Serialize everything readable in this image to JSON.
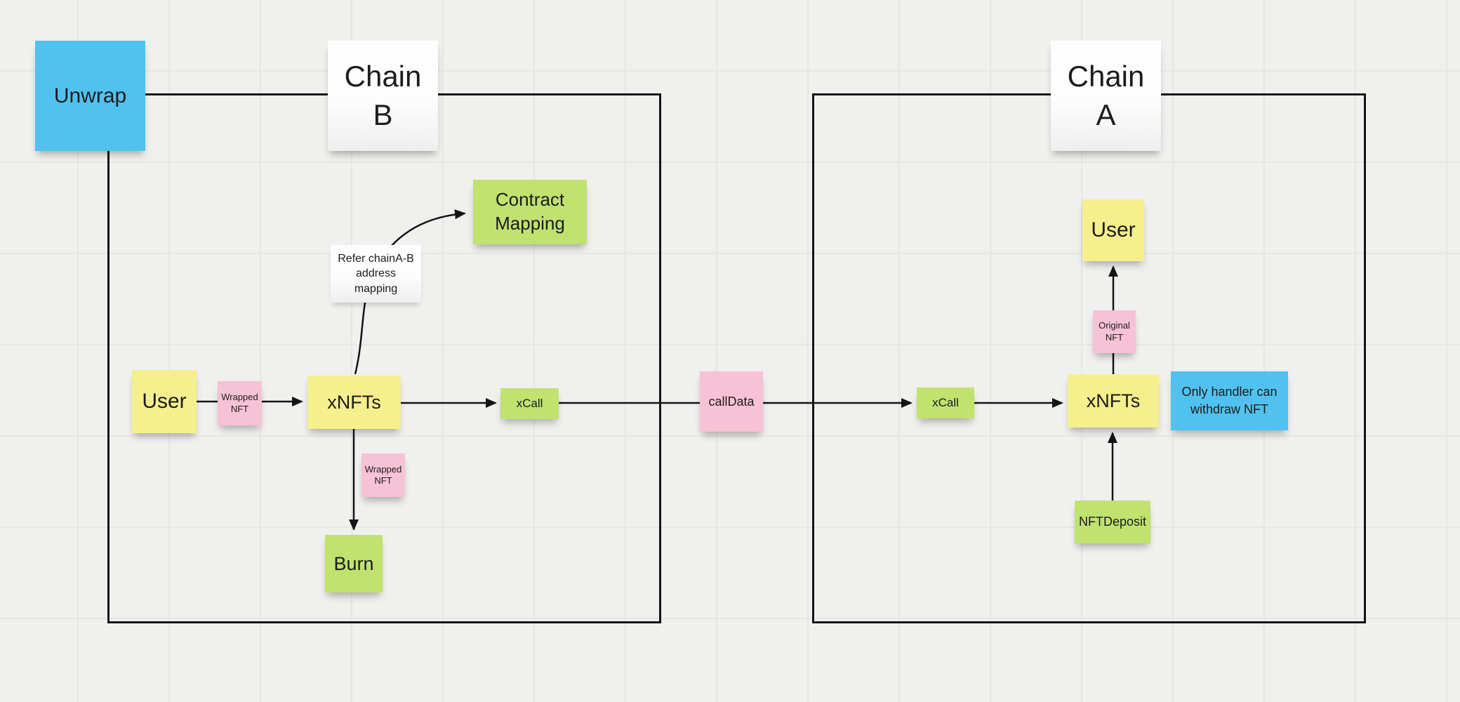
{
  "canvas": {
    "background": "#f0f0ee",
    "grid_color": "#e6e6e4"
  },
  "palette": {
    "yellow": "#f6ef8e",
    "green": "#c0e26f",
    "pink": "#f7c2d6",
    "blue": "#51c2ef",
    "white": "#fdfdfd",
    "stroke": "#141414"
  },
  "frames": {
    "chain_b": {
      "title": "Chain\nB"
    },
    "chain_a": {
      "title": "Chain\nA"
    }
  },
  "notes": {
    "unwrap": {
      "label": "Unwrap",
      "color": "blue"
    },
    "user_b": {
      "label": "User",
      "color": "yellow"
    },
    "wrapped_nft_1": {
      "label": "Wrapped\nNFT",
      "color": "pink"
    },
    "xnfts_b": {
      "label": "xNFTs",
      "color": "yellow"
    },
    "refer_note": {
      "label": "Refer chainA-B\naddress\nmapping",
      "color": "white"
    },
    "contract_mapping": {
      "label": "Contract\nMapping",
      "color": "green"
    },
    "xcall_b": {
      "label": "xCall",
      "color": "green"
    },
    "wrapped_nft_2": {
      "label": "Wrapped\nNFT",
      "color": "pink"
    },
    "burn": {
      "label": "Burn",
      "color": "green"
    },
    "call_data": {
      "label": "callData",
      "color": "pink"
    },
    "xcall_a": {
      "label": "xCall",
      "color": "green"
    },
    "xnfts_a": {
      "label": "xNFTs",
      "color": "yellow"
    },
    "only_handler": {
      "label": "Only handler can\nwithdraw NFT",
      "color": "blue"
    },
    "original_nft": {
      "label": "Original\nNFT",
      "color": "pink"
    },
    "user_a": {
      "label": "User",
      "color": "yellow"
    },
    "nft_deposit": {
      "label": "NFTDeposit",
      "color": "green"
    }
  }
}
